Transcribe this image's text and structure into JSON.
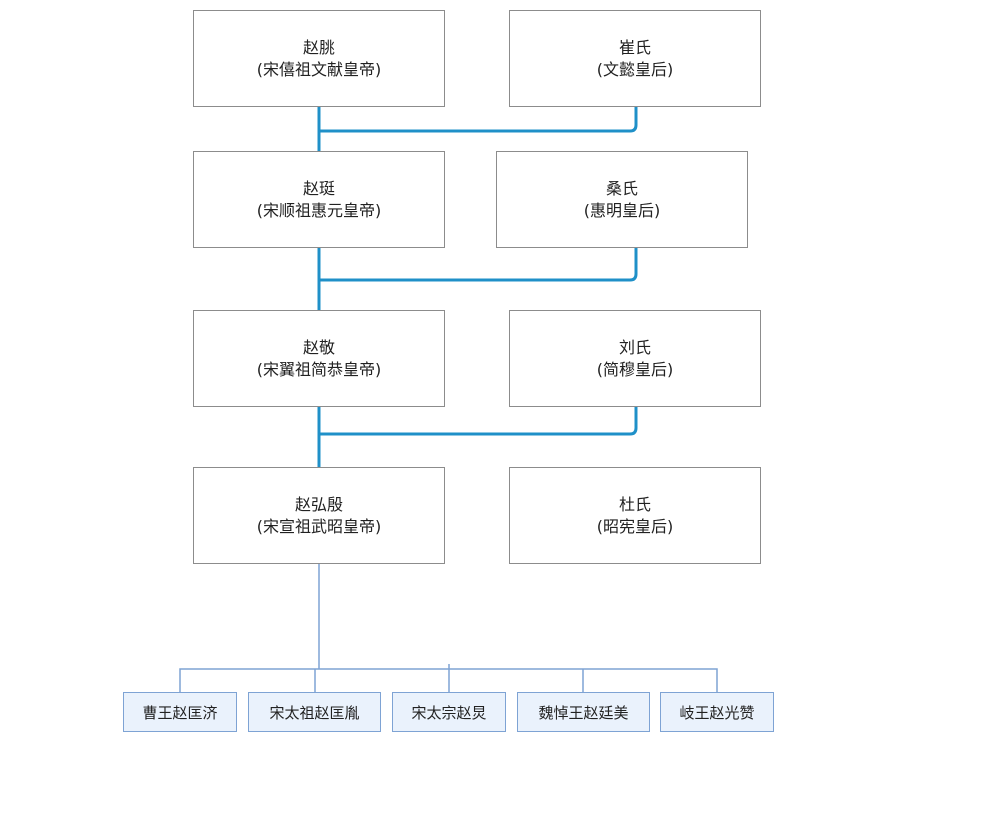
{
  "generations": [
    {
      "husband": {
        "name": "赵朓",
        "title": "(宋僖祖文献皇帝)"
      },
      "wife": {
        "name": "崔氏",
        "title": "(文懿皇后)"
      }
    },
    {
      "husband": {
        "name": "赵珽",
        "title": "(宋顺祖惠元皇帝)"
      },
      "wife": {
        "name": "桑氏",
        "title": "(惠明皇后)"
      }
    },
    {
      "husband": {
        "name": "赵敬",
        "title": "(宋翼祖简恭皇帝)"
      },
      "wife": {
        "name": "刘氏",
        "title": "(简穆皇后)"
      }
    },
    {
      "husband": {
        "name": "赵弘殷",
        "title": "(宋宣祖武昭皇帝)"
      },
      "wife": {
        "name": "杜氏",
        "title": "(昭宪皇后)"
      }
    }
  ],
  "children": [
    "曹王赵匡济",
    "宋太祖赵匡胤",
    "宋太宗赵炅",
    "魏悼王赵廷美",
    "岐王赵光赞"
  ],
  "colors": {
    "lineage_link": "#1f90c8",
    "child_link": "#7ea3d4",
    "node_border": "#8c8c8c",
    "child_fill": "#eaf2fc"
  }
}
